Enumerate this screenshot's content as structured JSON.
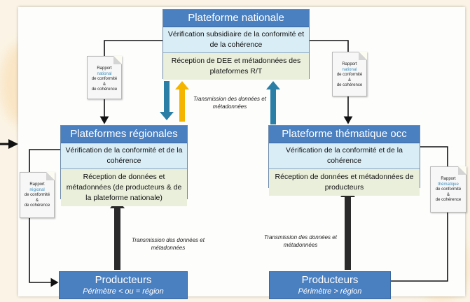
{
  "national": {
    "title": "Plateforme nationale",
    "verification": "Vérification subsidiaire de la conformité et de la cohérence",
    "reception": "Réception de DEE et métadonnées des plateformes R/T"
  },
  "regional": {
    "title": "Plateformes régionales",
    "verification": "Vérification de la conformité et de la cohérence",
    "reception": "Réception de données et métadonnées (de producteurs & de la plateforme nationale)"
  },
  "thematic": {
    "title": "Plateforme thématique occ",
    "verification": "Vérification de la conformité et de la cohérence",
    "reception": "Réception de données et métadonnées de producteurs"
  },
  "producers_left": {
    "title": "Producteurs",
    "subtitle": "Périmètre < ou = région"
  },
  "producers_right": {
    "title": "Producteurs",
    "subtitle": "Périmètre > région"
  },
  "reports": {
    "national_left": {
      "line1": "Rapport",
      "highlight": "national",
      "line3": "de conformité",
      "line4": "&",
      "line5": "de cohérence"
    },
    "national_right": {
      "line1": "Rapport",
      "highlight": "national",
      "line3": "de conformité",
      "line4": "&",
      "line5": "de cohérence"
    },
    "regional": {
      "line1": "Rapport",
      "highlight": "régional",
      "line3": "de conformité",
      "line4": "&",
      "line5": "de cohérence"
    },
    "thematic": {
      "line1": "Rapport",
      "highlight": "thématique",
      "line3": "de conformité",
      "line4": "&",
      "line5": "de cohérence"
    }
  },
  "captions": {
    "top": "Transmission des données et métadonnées",
    "bottom_left": "Transmission des données et métadonnées",
    "bottom_right": "Transmission des données et métadonnées"
  },
  "colors": {
    "header_blue": "#4a7fc0",
    "verification_bg": "#d9edf6",
    "reception_bg": "#e9efdb",
    "arrow_teal": "#2b7fa6",
    "arrow_yellow": "#f4b400",
    "arrow_dark": "#2a2a2a"
  }
}
